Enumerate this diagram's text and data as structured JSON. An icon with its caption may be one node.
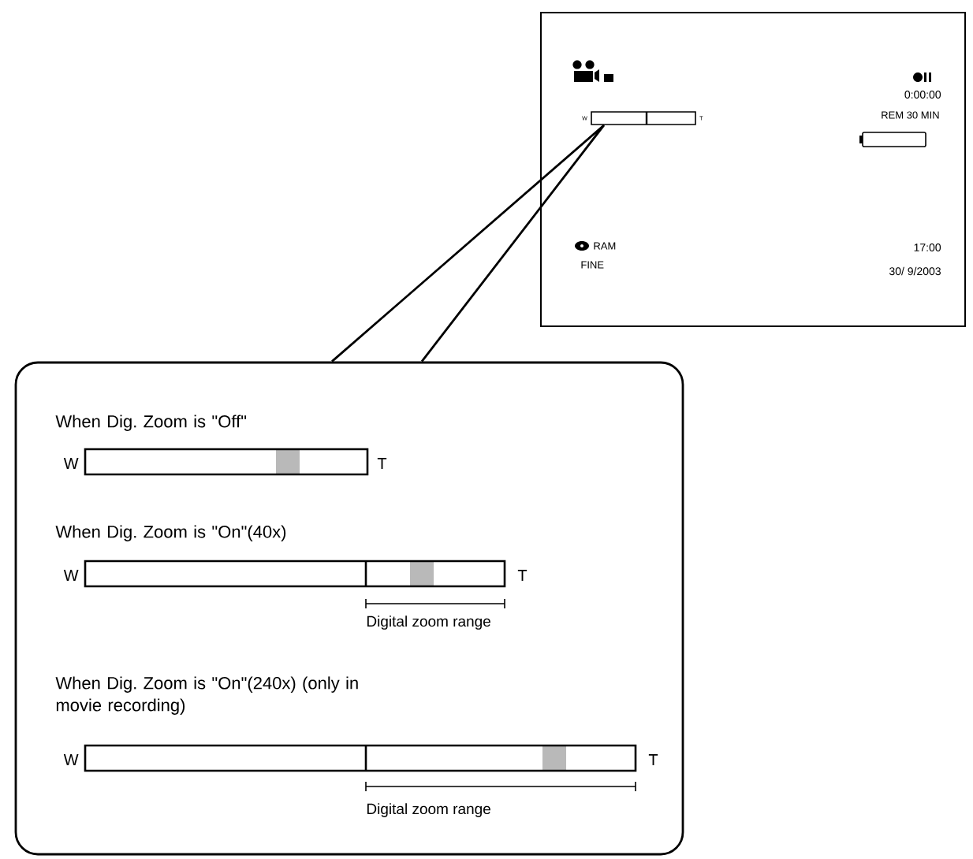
{
  "diagram": {
    "nodes": [
      {
        "text": [
          "0:00:00",
          "REM 30 MIN",
          "RAM",
          "FINE",
          "17:00",
          "30/ 9/2003"
        ]
      },
      {
        "text": [
          "When Dig. Zoom is \"Off\"",
          "When Dig. Zoom is \"On\"(40x)",
          "When Dig. Zoom is \"On\"(240x) (only in movie recording)"
        ]
      },
      {
        "text": [],
        "shape": "bar",
        "in": 0,
        "beside": [
          "W",
          "T"
        ]
      }
    ],
    "edges": [
      {
        "from": 1,
        "to": 2,
        "arrow": "none"
      }
    ],
    "labels": [
      "W",
      "T",
      "W",
      "T",
      "Digital zoom range",
      "W",
      "T",
      "Digital zoom range"
    ]
  }
}
